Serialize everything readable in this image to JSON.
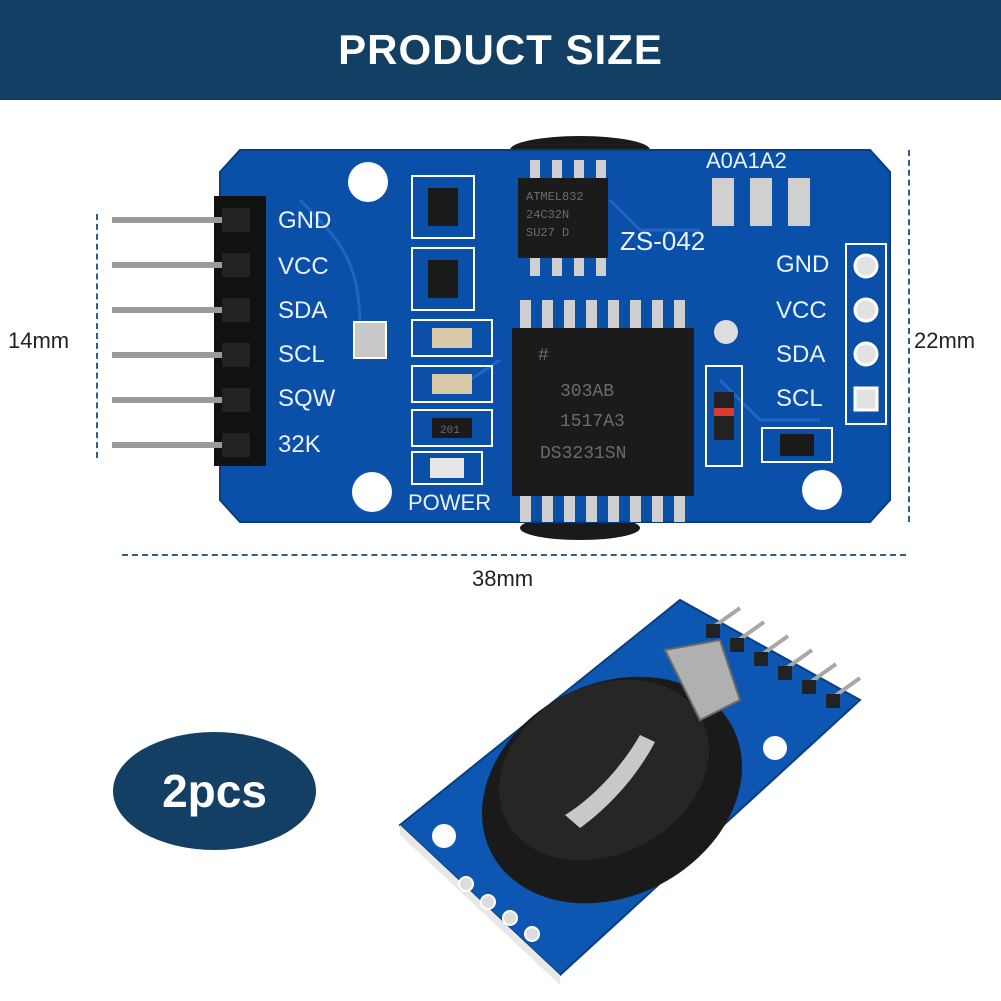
{
  "banner": {
    "title": "PRODUCT SIZE"
  },
  "dimensions": {
    "height_left": "14mm",
    "height_right": "22mm",
    "width": "38mm"
  },
  "badge": {
    "text": "2pcs"
  },
  "board": {
    "left_pins": [
      "GND",
      "VCC",
      "SDA",
      "SCL",
      "SQW",
      "32K"
    ],
    "right_pins": [
      "GND",
      "VCC",
      "SDA",
      "SCL"
    ],
    "power_label": "POWER",
    "model_label": "ZS-042",
    "address_label": "A0A1A2",
    "main_chip_lines": [
      "DS3231SN",
      "1517A3",
      "303AB"
    ],
    "eeprom_lines": [
      "ATMEL832",
      "24C32N",
      "SU27 D"
    ],
    "resistor_code": "201"
  },
  "colors": {
    "banner": "#123f63",
    "pcb": "#0a4fa8",
    "dimension_line": "#2f5f86"
  }
}
